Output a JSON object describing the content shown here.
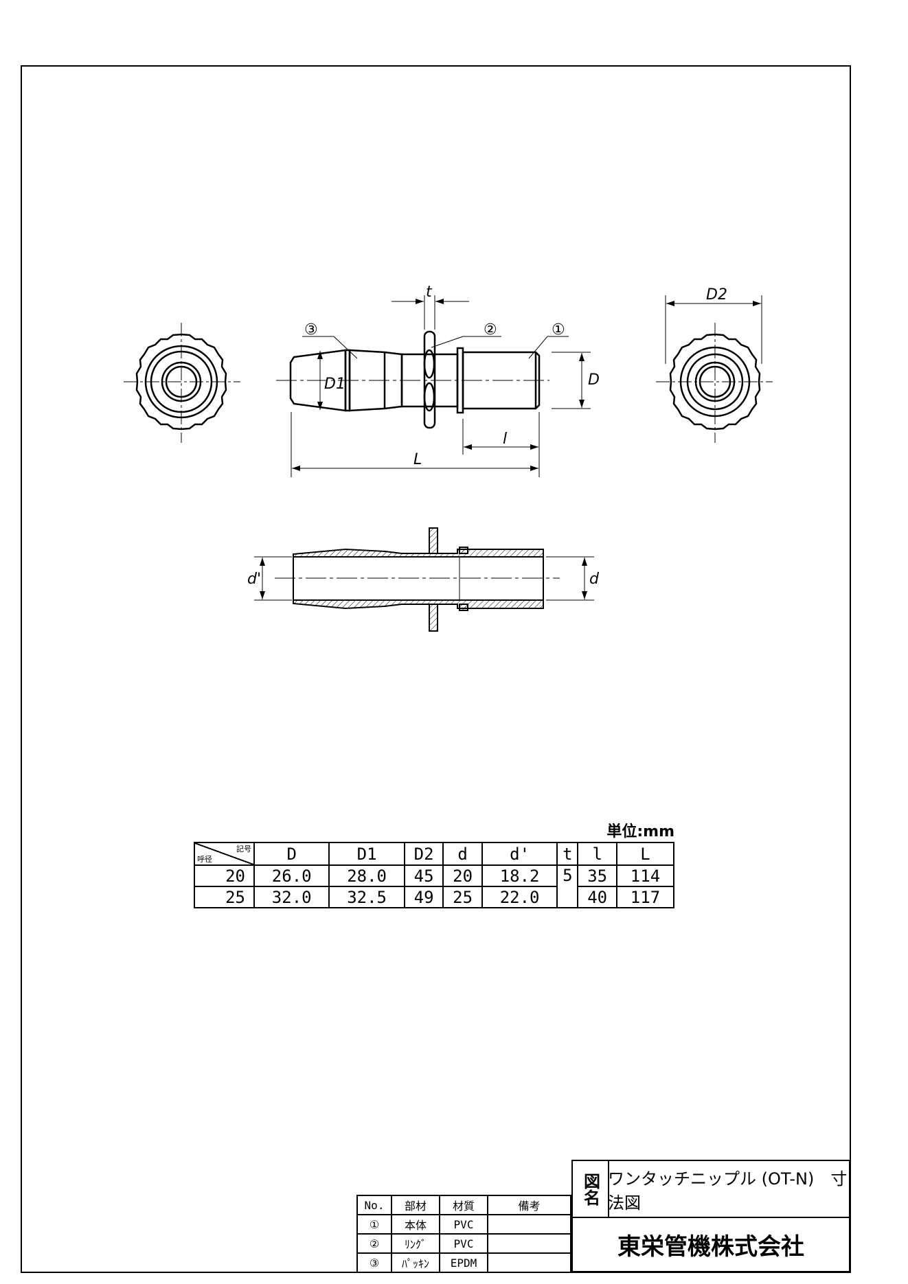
{
  "drawing": {
    "labels": {
      "t": "t",
      "D": "D",
      "D1": "D1",
      "D2": "D2",
      "L": "L",
      "l": "l",
      "d": "d",
      "d_prime": "d'",
      "part1": "①",
      "part2": "②",
      "part3": "③"
    }
  },
  "dimensions_table": {
    "unit": "単位:mm",
    "corner_top": "記号",
    "corner_bottom": "呼径",
    "headers": [
      "D",
      "D1",
      "D2",
      "d",
      "d'",
      "t",
      "l",
      "L"
    ],
    "rows": [
      {
        "size": "20",
        "D": "26.0",
        "D1": "28.0",
        "D2": "45",
        "d": "20",
        "d_prime": "18.2",
        "t": "5",
        "l": "35",
        "L": "114"
      },
      {
        "size": "25",
        "D": "32.0",
        "D1": "32.5",
        "D2": "49",
        "d": "25",
        "d_prime": "22.0",
        "l": "40",
        "L": "117"
      }
    ]
  },
  "parts_list": {
    "headers": [
      "No.",
      "部材",
      "材質",
      "備考"
    ],
    "rows": [
      {
        "no": "①",
        "part": "本体",
        "material": "PVC",
        "note": ""
      },
      {
        "no": "②",
        "part": "ﾘﾝｸﾞ",
        "material": "PVC",
        "note": ""
      },
      {
        "no": "③",
        "part": "ﾊﾟｯｷﾝ",
        "material": "EPDM",
        "note": ""
      }
    ]
  },
  "title_block": {
    "label": "図名",
    "drawing_name": "ワンタッチニップル (OT-N)　寸法図",
    "company": "東栄管機株式会社"
  }
}
